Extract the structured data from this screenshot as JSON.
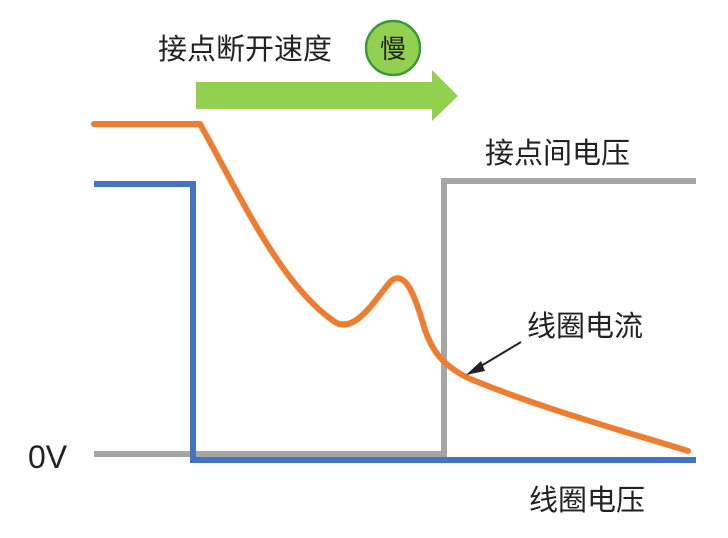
{
  "header": {
    "speed_label": "接点断开速度",
    "speed_badge": "慢"
  },
  "labels": {
    "contact_voltage": "接点间电压",
    "coil_current": "线圈电流",
    "coil_voltage": "线圈电压",
    "zero_volt": "0V"
  },
  "colors": {
    "coil_current": "#ED7D31",
    "coil_voltage": "#4472C4",
    "contact_voltage": "#A6A6A6",
    "arrow": "#92D050",
    "badge_fill": "#92D050",
    "badge_border": "#3A9A3A",
    "annotation_arrow": "#222222"
  }
}
